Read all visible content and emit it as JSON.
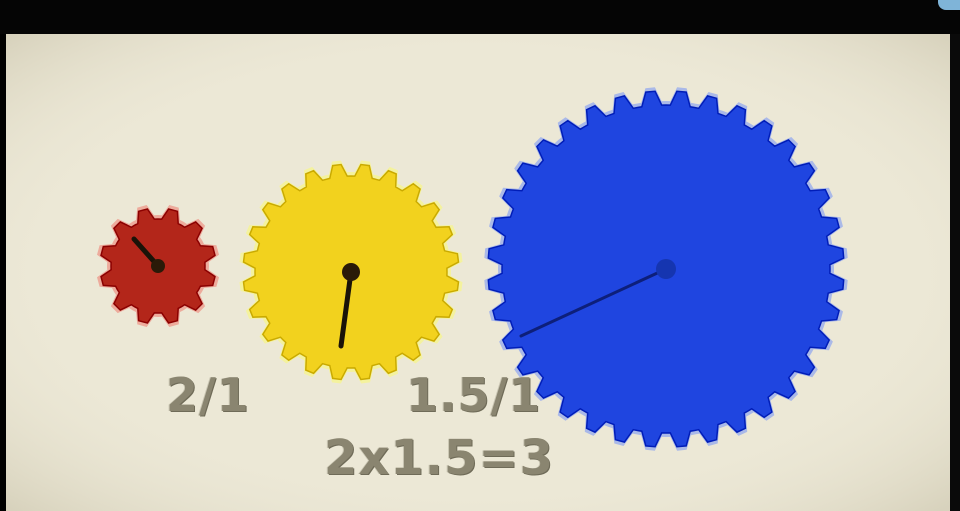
{
  "labels": {
    "ratio_small_to_medium": "2/1",
    "ratio_medium_to_large": "1.5/1",
    "equation": "2x1.5=3"
  },
  "gears": [
    {
      "name": "red-gear",
      "color": "#b3261a",
      "teeth": 12
    },
    {
      "name": "yellow-gear",
      "color": "#f2d21e",
      "teeth": 24
    },
    {
      "name": "blue-gear",
      "color": "#1f45e0",
      "teeth": 36
    }
  ],
  "colors": {
    "board": "#ece8d6",
    "label": "#8a8570",
    "frame": "#050505"
  }
}
